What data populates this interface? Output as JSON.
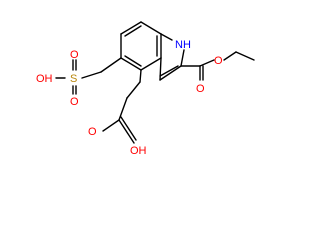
{
  "molecule": {
    "labels": {
      "nh": "NH",
      "o_ester_carbonyl": "O",
      "o_ester_ether": "O",
      "s_sulfonyl": "S",
      "o_sulfonyl_top": "O",
      "o_sulfonyl_bottom": "O",
      "oh_sulfonic": "OH",
      "o_acid_carbonyl": "O",
      "oh_acid": "OH"
    },
    "colors": {
      "bond": "#000000",
      "oxygen": "#ff0000",
      "nitrogen": "#0000ff",
      "sulfur": "#b8860b"
    }
  }
}
